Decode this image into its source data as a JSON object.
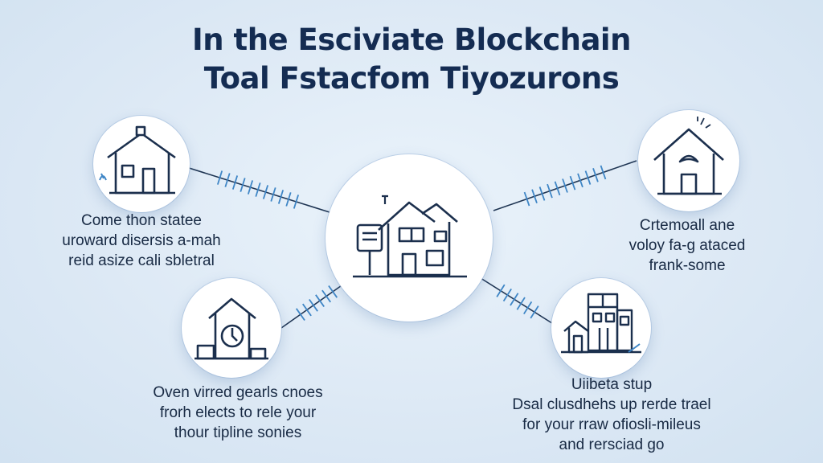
{
  "title": {
    "line1": "In the Esciviate Blockchain",
    "line2": "Toal Fstacfom Tiyozurons"
  },
  "nodes": {
    "top_left": {
      "icon": "house-icon",
      "caption": [
        "Come thon statee",
        "uroward disersis a-mah",
        "reid asize cali sbletral"
      ]
    },
    "top_right": {
      "icon": "house-icon",
      "caption": [
        "Crtemoall ane",
        "voloy fa-g ataced",
        "frank-some"
      ]
    },
    "bottom_left": {
      "icon": "house-clock-icon",
      "caption": [
        "Oven virred gearls cnoes",
        "frorh elects to rele your",
        "thour tipline sonies"
      ]
    },
    "bottom_right": {
      "icon": "building-icon",
      "caption": [
        "Uiibeta stup",
        "Dsal clusdhehs up rerde trael",
        "for your rraw ofiosli-mileus",
        "and rersciad go"
      ]
    },
    "center": {
      "icon": "two-story-house-icon"
    }
  },
  "colors": {
    "accent": "#3f86c6",
    "ink": "#1b2f4d",
    "background": "#dde9f5"
  }
}
